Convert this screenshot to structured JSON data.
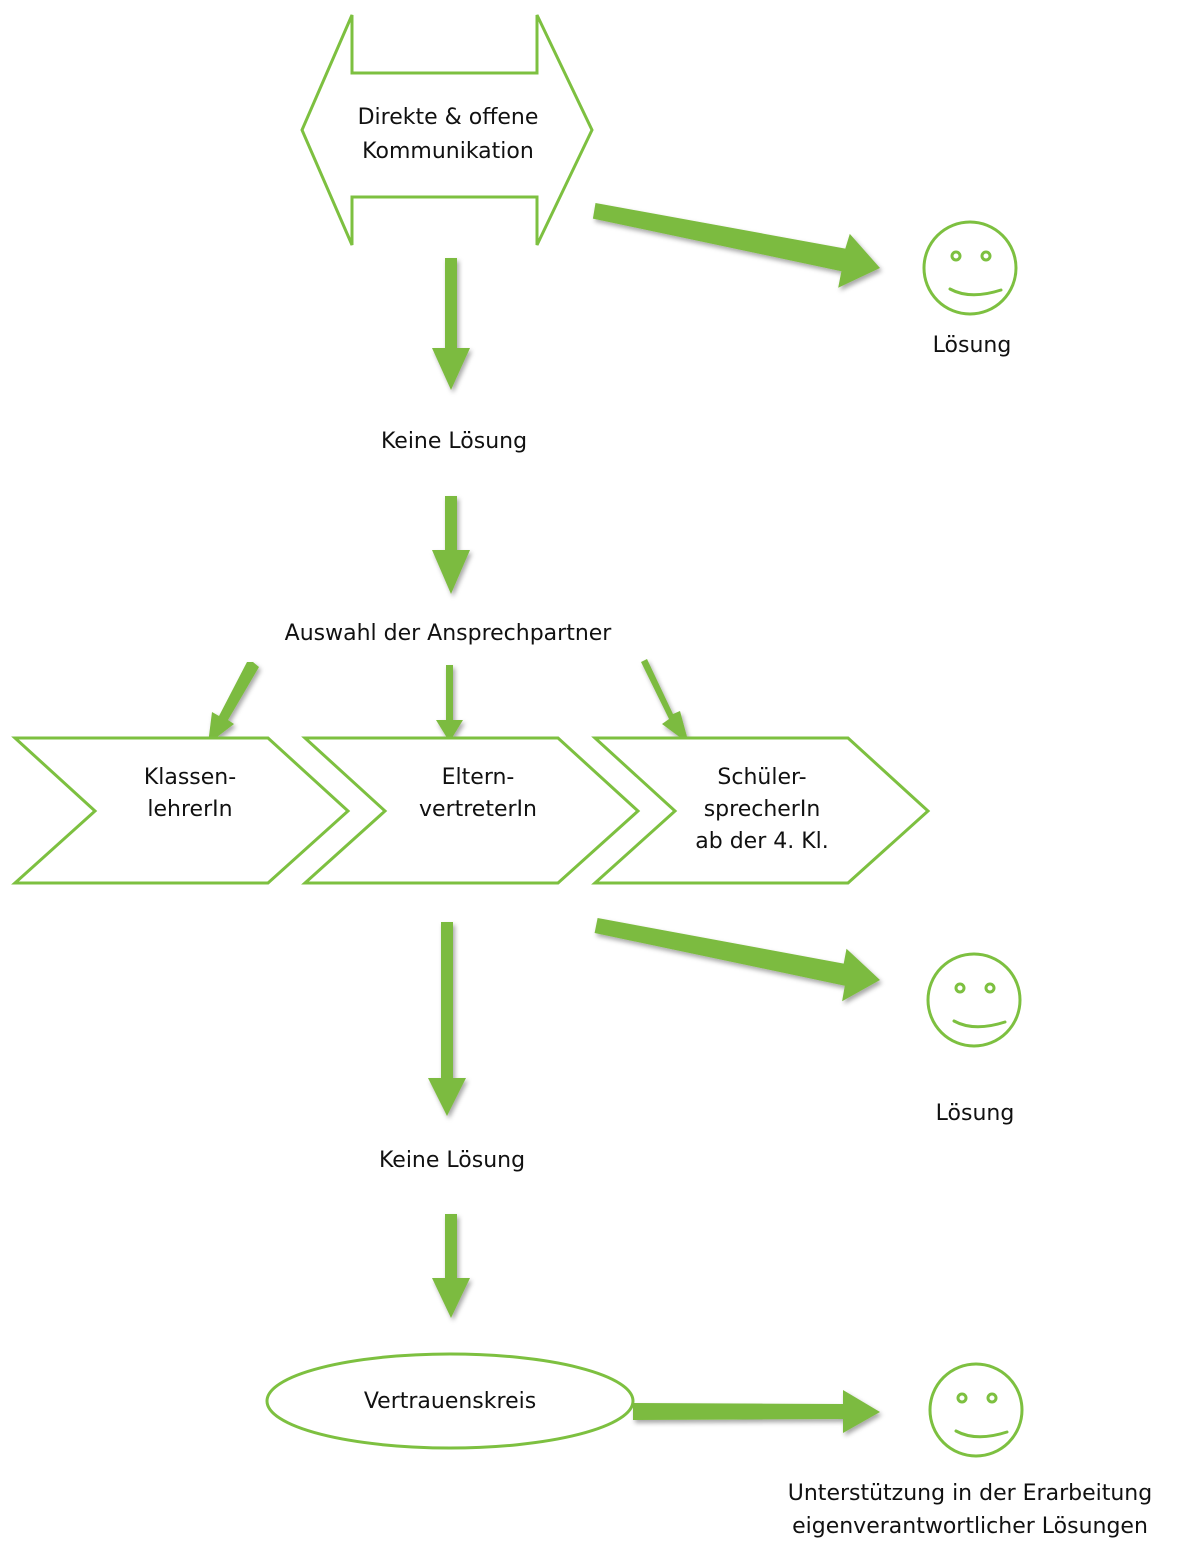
{
  "colors": {
    "accent": "#7dc040",
    "arrow": "#7cbb3f",
    "text": "#111111",
    "background": "#ffffff"
  },
  "start_node": {
    "line1": "Direkte & offene",
    "line2": "Kommunikation"
  },
  "outcomes": {
    "solution_1": "Lösung",
    "no_solution_1": "Keine Lösung",
    "solution_2": "Lösung",
    "no_solution_2": "Keine Lösung",
    "support_line1": "Unterstützung in der Erarbeitung",
    "support_line2": "eigenverantwortlicher Lösungen"
  },
  "selection_label": "Auswahl der Ansprechpartner",
  "contacts": [
    {
      "line1": "Klassen-",
      "line2": "lehrerIn",
      "line3": ""
    },
    {
      "line1": "Eltern-",
      "line2": "vertreterIn",
      "line3": ""
    },
    {
      "line1": "Schüler-",
      "line2": "sprecherIn",
      "line3": "ab der 4. Kl."
    }
  ],
  "trust_circle": "Vertrauenskreis",
  "icons": {
    "smiley": "smiley-icon",
    "arrow": "arrow-icon"
  }
}
